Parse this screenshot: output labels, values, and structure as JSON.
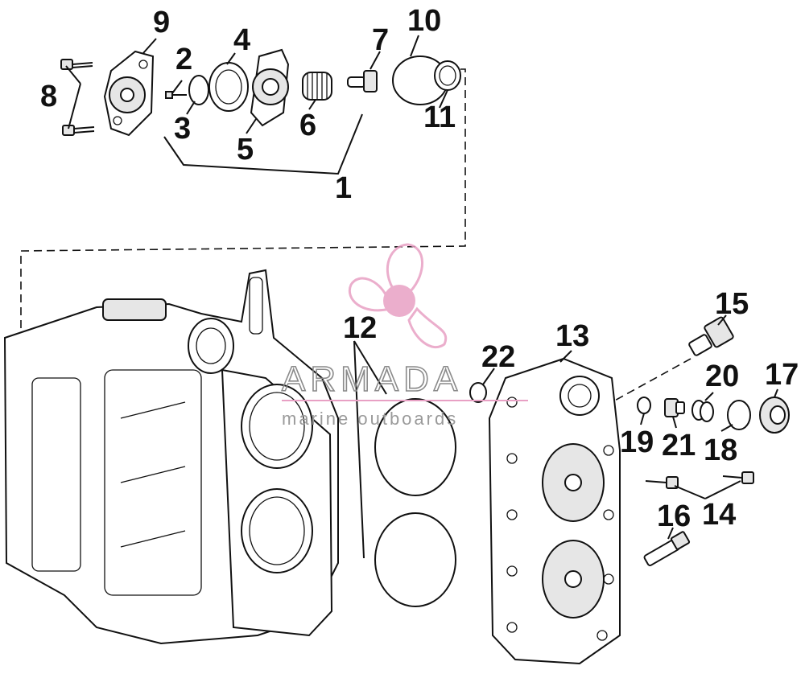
{
  "diagram": {
    "callouts": [
      {
        "id": "c1",
        "text": "1"
      },
      {
        "id": "c2",
        "text": "2"
      },
      {
        "id": "c3",
        "text": "3"
      },
      {
        "id": "c4",
        "text": "4"
      },
      {
        "id": "c5",
        "text": "5"
      },
      {
        "id": "c6",
        "text": "6"
      },
      {
        "id": "c7",
        "text": "7"
      },
      {
        "id": "c8",
        "text": "8"
      },
      {
        "id": "c9",
        "text": "9"
      },
      {
        "id": "c10",
        "text": "10"
      },
      {
        "id": "c11",
        "text": "11"
      },
      {
        "id": "c12",
        "text": "12"
      },
      {
        "id": "c13",
        "text": "13"
      },
      {
        "id": "c14",
        "text": "14"
      },
      {
        "id": "c15",
        "text": "15"
      },
      {
        "id": "c16",
        "text": "16"
      },
      {
        "id": "c17",
        "text": "17"
      },
      {
        "id": "c18",
        "text": "18"
      },
      {
        "id": "c19",
        "text": "19"
      },
      {
        "id": "c20",
        "text": "20"
      },
      {
        "id": "c21",
        "text": "21"
      },
      {
        "id": "c22",
        "text": "22"
      }
    ]
  },
  "watermark": {
    "title": "ARMADA",
    "subtitle": "marine outboards",
    "logo": "propeller-logo-icon",
    "color": "#e8a0c4"
  }
}
